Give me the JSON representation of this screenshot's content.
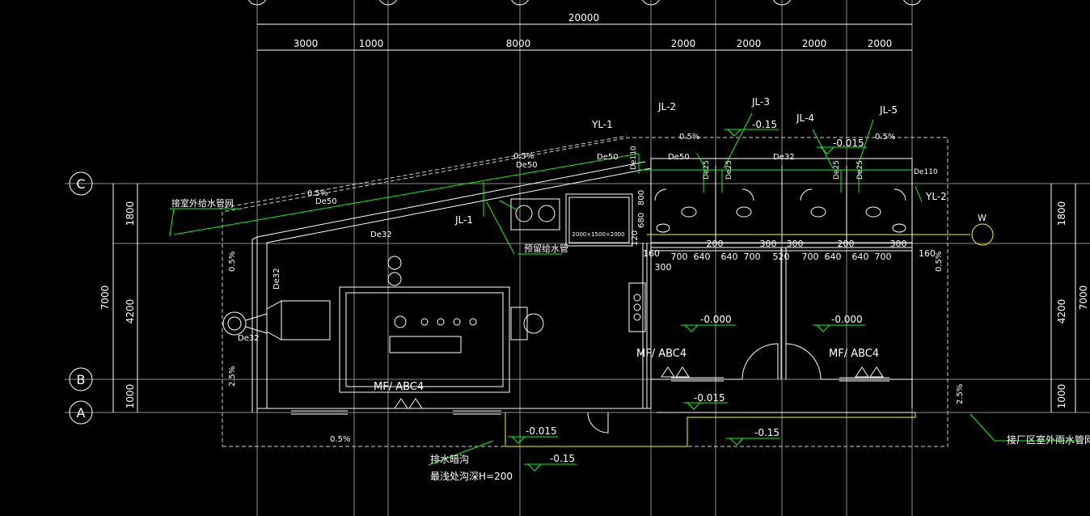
{
  "dims": {
    "total": "20000",
    "segments": [
      "3000",
      "1000",
      "8000",
      "2000",
      "2000",
      "2000",
      "2000"
    ],
    "left": [
      "1800",
      "4200",
      "1000"
    ],
    "left_total": "7000",
    "right": [
      "1800",
      "4200",
      "1000"
    ],
    "right_total": "7000",
    "room_widths": [
      "700",
      "640",
      "640",
      "700",
      "520",
      "700",
      "640",
      "640",
      "700"
    ],
    "room_small": [
      "160",
      "300",
      "160",
      "120",
      "800",
      "680",
      "200",
      "300",
      "300",
      "200",
      "300"
    ]
  },
  "axes": {
    "c": "C",
    "b": "B",
    "a": "A"
  },
  "pipes": {
    "jl2": "JL-2",
    "jl3": "JL-3",
    "jl4": "JL-4",
    "jl5": "JL-5",
    "yl1": "YL-1",
    "yl2": "YL-2",
    "jl1": "JL-1",
    "de50a": "De50",
    "de50b": "De50",
    "de50c": "De50",
    "de50d": "De50",
    "de32a": "De32",
    "de32b": "De32",
    "de32c": "De32",
    "de32d": "De32",
    "de25a": "De25",
    "de25b": "De25",
    "de25c": "De25",
    "de25d": "De25",
    "de110a": "De110",
    "de110b": "De110",
    "slope1": "0.5%",
    "slope2": "0.5%",
    "slope3": "0.5%",
    "slope4": "0.5%",
    "slope5": "0.5%",
    "slope6": "0.5%",
    "slope7": "0.5%",
    "slope8": "2.5%",
    "slope9": "2.5%",
    "w": "W"
  },
  "levels": {
    "l1": "-0.15",
    "l2": "-0.015",
    "l3": "-0.000",
    "l4": "-0.000",
    "l5": "-0.015",
    "l6": "-0.015",
    "l7": "-0.15",
    "l8": "-0.15"
  },
  "labels": {
    "outdoor_supply": "接室外给水管网",
    "reserved": "预留给水管",
    "outdoor_rain": "接厂区室外雨水管网",
    "drain": "排水暗沟",
    "drain_depth": "最浅处沟深H=200",
    "extinguisher1": "MF/ ABC4",
    "extinguisher2": "MF/ ABC4",
    "extinguisher3": "MF/ ABC4",
    "tank_size": "2000×1500×2000"
  }
}
